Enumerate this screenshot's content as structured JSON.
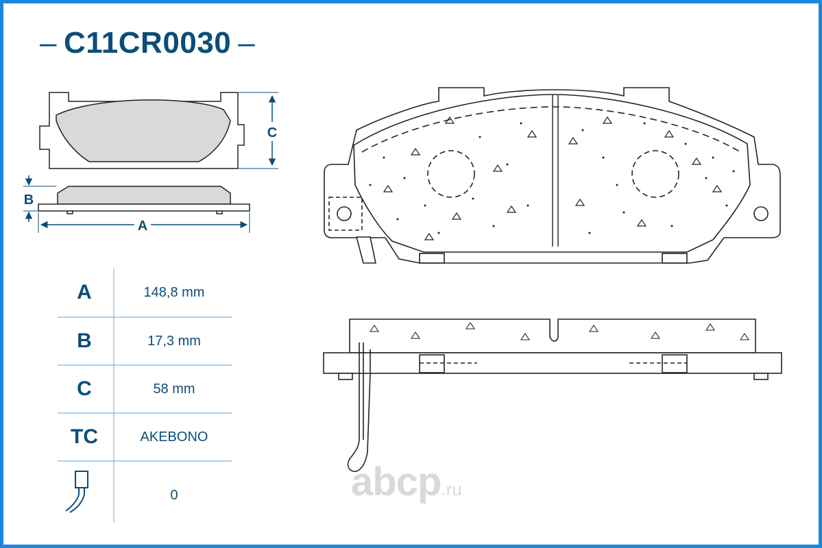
{
  "title": "C11CR0030",
  "dim_labels": {
    "a": "A",
    "b": "B",
    "c": "C"
  },
  "specs": [
    {
      "key": "A",
      "value": "148,8 mm"
    },
    {
      "key": "B",
      "value": "17,3 mm"
    },
    {
      "key": "C",
      "value": "58 mm"
    },
    {
      "key": "TC",
      "value": "AKEBONO"
    },
    {
      "key": "sensor-icon",
      "value": "0"
    }
  ],
  "watermark": {
    "main": "abcp",
    "suffix": ".ru"
  },
  "colors": {
    "frame": "#1e88d6",
    "accent": "#0b4d78",
    "pad_fill": "#d9d9d9"
  }
}
